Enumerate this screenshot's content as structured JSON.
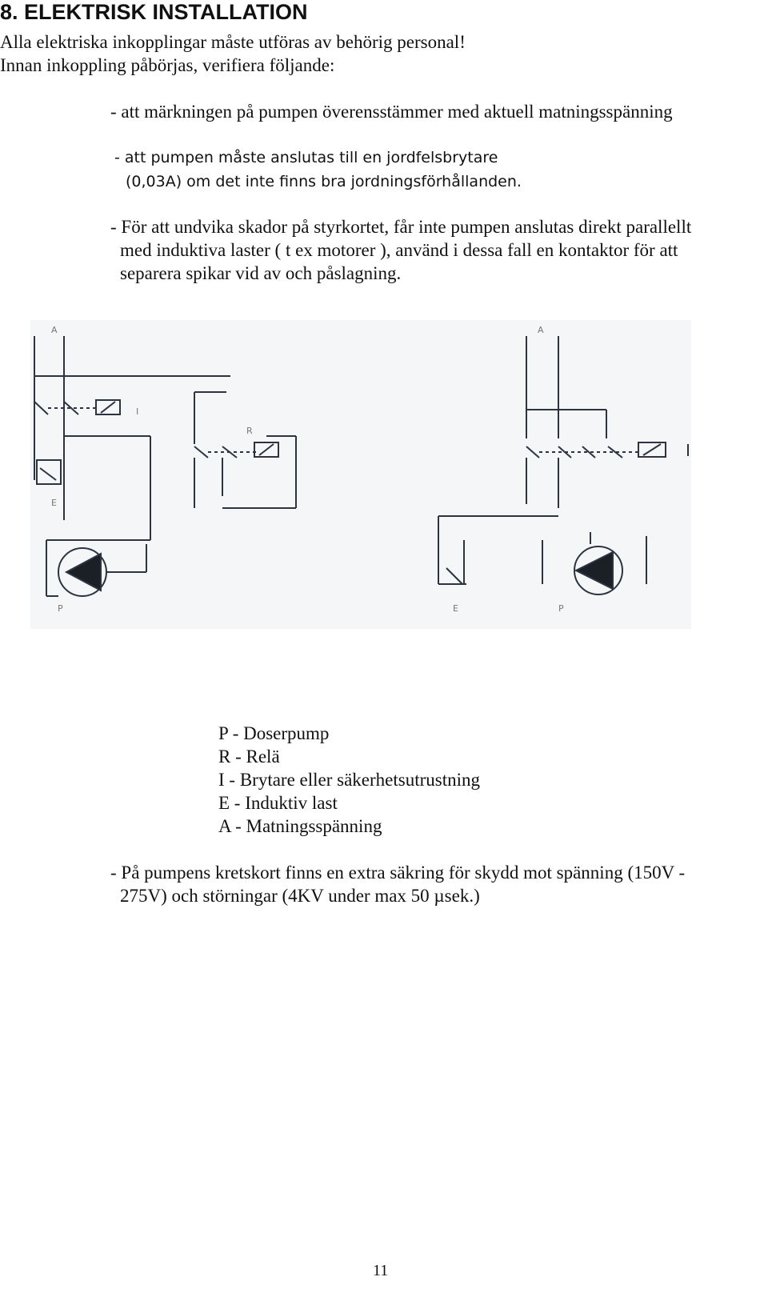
{
  "heading": "8. ELEKTRISK INSTALLATION",
  "intro": {
    "line1": "Alla elektriska inkopplingar måste utföras av behörig personal!",
    "line2": "Innan inkoppling påbörjas, verifiera följande:"
  },
  "bullets": [
    {
      "lines": [
        "- att märkningen på pumpen överensstämmer med aktuell matningsspänning"
      ]
    },
    {
      "lines": [
        "- att pumpen måste anslutas till en jordfelsbrytare",
        "(0,03A) om det inte finns bra jordningsförhållanden."
      ]
    },
    {
      "lines": [
        "- För att undvika skador på styrkortet, får inte pumpen anslutas direkt parallellt",
        "med induktiva laster ( t ex motorer ), använd i dessa fall en kontaktor för att",
        "separera spikar vid av och påslagning."
      ]
    }
  ],
  "diagram": {
    "labels": {
      "a": "A",
      "i": "I",
      "r": "R",
      "e": "E",
      "p": "P"
    }
  },
  "legend": [
    "P - Doserpump",
    "R - Relä",
    "I - Brytare eller säkerhetsutrustning",
    "E - Induktiv last",
    "A - Matningsspänning"
  ],
  "footnote": {
    "lines": [
      "- På pumpens kretskort finns en extra säkring för skydd mot spänning (150V -",
      "275V) och störningar (4KV under max 50 µsek.)"
    ]
  },
  "page_number": "11"
}
